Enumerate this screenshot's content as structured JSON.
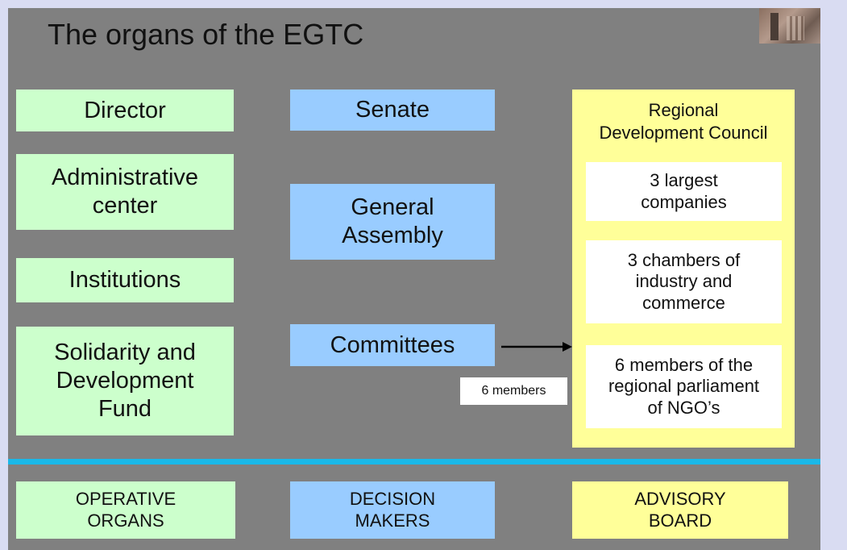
{
  "title": "The organs of the EGTC",
  "operative": {
    "director": "Director",
    "admin_center": [
      "Administrative",
      "center"
    ],
    "institutions": "Institutions",
    "fund": [
      "Solidarity and",
      "Development",
      "Fund"
    ]
  },
  "decision": {
    "senate": "Senate",
    "general_assembly": [
      "General",
      "Assembly"
    ],
    "committees": "Committees",
    "members_label": "6 members"
  },
  "advisory": {
    "council_title": [
      "Regional",
      "Development Council"
    ],
    "companies": [
      "3 largest",
      "companies"
    ],
    "chambers": [
      "3 chambers of",
      "industry and",
      "commerce"
    ],
    "parliament": [
      "6 members of the",
      "regional parliament",
      "of NGO’s"
    ]
  },
  "footer": {
    "operative_organs": [
      "OPERATIVE",
      "ORGANS"
    ],
    "decision_makers": [
      "DECISION",
      "MAKERS"
    ],
    "advisory_board": [
      "ADVISORY",
      "BOARD"
    ]
  },
  "colors": {
    "operative": "#ccffcc",
    "decision": "#99ccff",
    "advisory": "#ffff99",
    "divider": "#1ab8e8",
    "background": "#808080"
  }
}
